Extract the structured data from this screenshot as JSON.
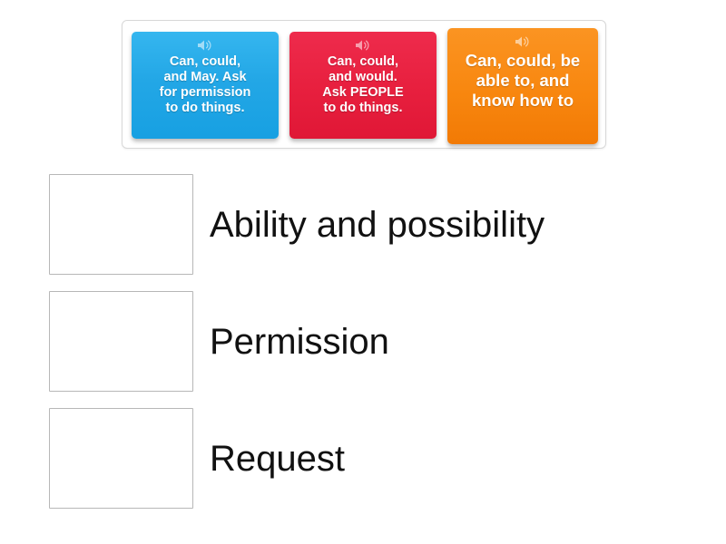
{
  "tray": {
    "name": "draggable-answer-tray",
    "tiles": [
      {
        "icon": "speaker-icon",
        "text": "Can, could,\nand May. Ask\nfor permission\nto do things.",
        "color": "#23a7e6",
        "color_name": "blue"
      },
      {
        "icon": "speaker-icon",
        "text": "Can, could,\nand would.\nAsk PEOPLE\nto do things.",
        "color": "#e8203f",
        "color_name": "red"
      },
      {
        "icon": "speaker-icon",
        "text": "Can, could, be\nable to, and\nknow how to",
        "color": "#f8870f",
        "color_name": "orange"
      }
    ]
  },
  "rows": [
    {
      "label": "Ability and possibility",
      "dropzone": "empty"
    },
    {
      "label": "Permission",
      "dropzone": "empty"
    },
    {
      "label": "Request",
      "dropzone": "empty"
    }
  ],
  "colors": {
    "page_background": "#ffffff",
    "tray_border": "#d8d8d8",
    "dropzone_border": "#b7b7b7",
    "label_text": "#111111",
    "tile_text": "#ffffff"
  }
}
